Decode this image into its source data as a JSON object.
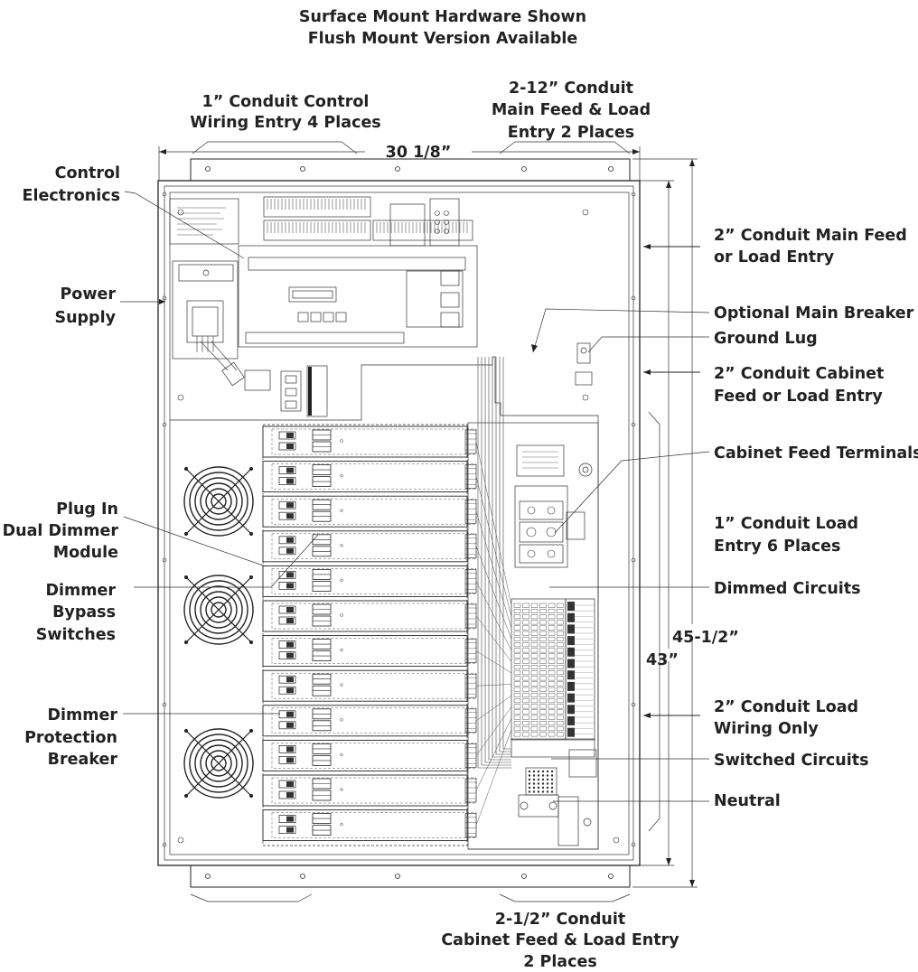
{
  "title_lines": [
    "Surface Mount Hardware Shown",
    "Flush Mount Version Available"
  ],
  "labels": {
    "control_wiring": [
      "1” Conduit Control",
      "Wiring Entry 4 Places"
    ],
    "main_feed_top": [
      "2-12” Conduit",
      "Main Feed & Load",
      "Entry 2 Places"
    ],
    "width_dim": "30 1/8”",
    "control_electronics": [
      "Control",
      "Electronics"
    ],
    "power_supply": [
      "Power",
      "Supply"
    ],
    "plug_in_module": [
      "Plug In",
      "Dual Dimmer",
      "Module"
    ],
    "bypass_switches": [
      "Dimmer",
      "Bypass",
      "Switches"
    ],
    "protection_breaker": [
      "Dimmer",
      "Protection",
      "Breaker"
    ],
    "main_feed_right": [
      "2” Conduit Main Feed",
      "or Load Entry"
    ],
    "optional_breaker": [
      "Optional Main Breaker"
    ],
    "ground_lug": [
      "Ground Lug"
    ],
    "cabinet_feed_entry": [
      "2” Conduit Cabinet",
      "Feed or Load Entry"
    ],
    "cabinet_feed_terminals": [
      "Cabinet Feed Terminals"
    ],
    "load_entry_6": [
      "1” Conduit Load",
      "Entry 6 Places"
    ],
    "dimmed_circuits": [
      "Dimmed Circuits"
    ],
    "height_outer": "45-1/2”",
    "height_inner": "43”",
    "load_wiring_only": [
      "2” Conduit Load",
      "Wiring Only"
    ],
    "switched_circuits": [
      "Switched Circuits"
    ],
    "neutral": [
      "Neutral"
    ],
    "bottom_entry": [
      "2-1/2” Conduit",
      "Cabinet Feed & Load Entry",
      "2 Places"
    ]
  },
  "colors": {
    "line": "#222222",
    "background": "#ffffff"
  }
}
